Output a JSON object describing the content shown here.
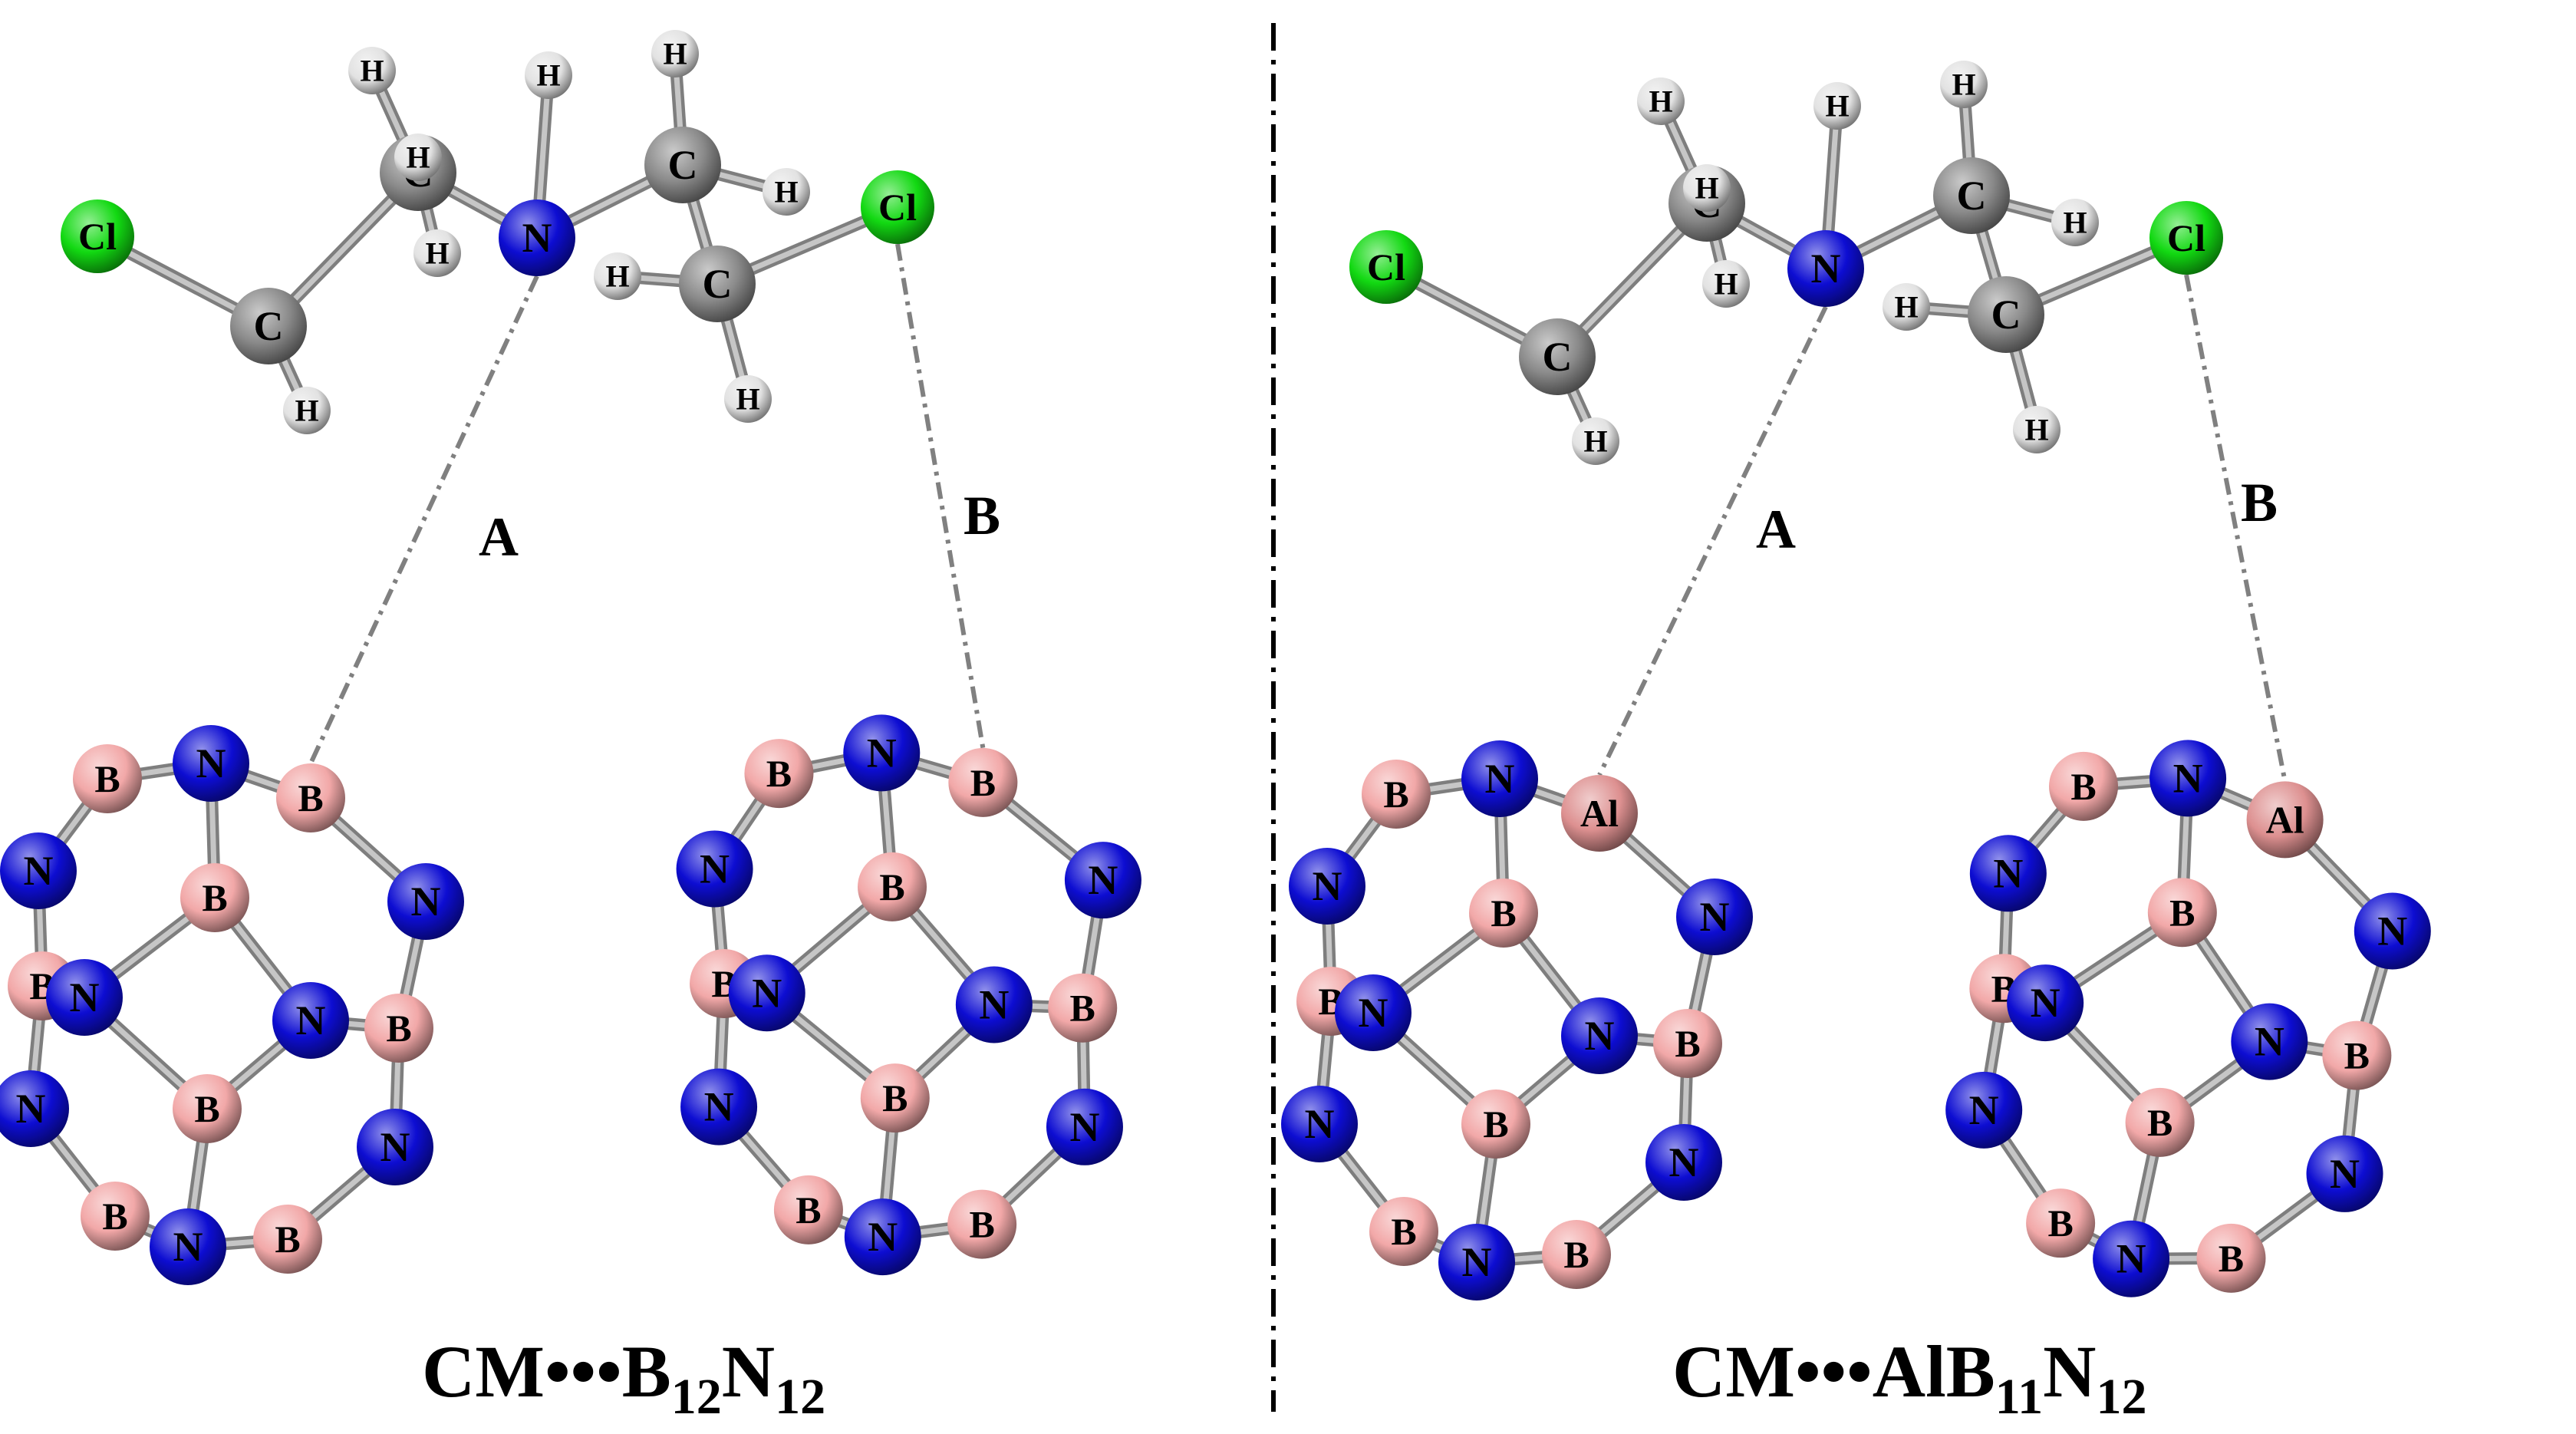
{
  "colors": {
    "Cl": "#12d912",
    "C": "#8a8a8a",
    "H": "#e2e2e2",
    "N": "#0d0dd2",
    "B": "#f2a8a8",
    "Al": "#dd9090",
    "bond": "#a8a8a8",
    "interaction": "#808080",
    "separator": "#000000"
  },
  "panels": [
    {
      "caption": {
        "base": "CM•••B",
        "sub1": "12",
        "mid": "N",
        "sub2": "12"
      },
      "labels": {
        "A": "A",
        "B": "B"
      }
    },
    {
      "caption": {
        "base": "CM•••AlB",
        "sub1": "11",
        "mid": "N",
        "sub2": "12"
      },
      "labels": {
        "A": "A",
        "B": "B"
      }
    }
  ]
}
